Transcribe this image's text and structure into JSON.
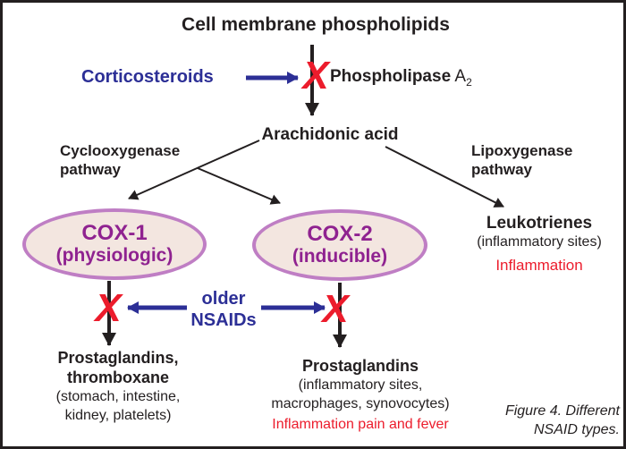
{
  "figure": {
    "title": "Cell membrane phospholipids",
    "caption_line1": "Figure 4. Different",
    "caption_line2": "NSAID types.",
    "colors": {
      "inhibitor_blue": "#2c2f96",
      "block_red": "#ec1c2c",
      "cox_purple": "#8f2290",
      "ellipse_fill": "#f3e6e0",
      "ellipse_border": "#bf7ec4",
      "text_black": "#231f20"
    }
  },
  "icons": {
    "block_x": "X"
  },
  "nodes": {
    "corticosteroids": "Corticosteroids",
    "phospholipase": "Phospholipase",
    "phospholipase_letter": "A",
    "phospholipase_subscript": "2",
    "arachidonic_acid": "Arachidonic acid",
    "cyclooxygenase_line1": "Cyclooxygenase",
    "cyclooxygenase_line2": "pathway",
    "lipoxygenase_line1": "Lipoxygenase",
    "lipoxygenase_line2": "pathway",
    "cox1_name": "COX-1",
    "cox1_sub": "(physiologic)",
    "cox2_name": "COX-2",
    "cox2_sub": "(inducible)",
    "leukotrienes_name": "Leukotrienes",
    "leukotrienes_sub": "(inflammatory sites)",
    "leukotrienes_effect": "Inflammation",
    "nsaids_line1": "older",
    "nsaids_line2": "NSAIDs",
    "pg1_line1": "Prostaglandins,",
    "pg1_line2": "thromboxane",
    "pg1_sub1": "(stomach, intestine,",
    "pg1_sub2": "kidney, platelets)",
    "pg2_line1": "Prostaglandins",
    "pg2_sub1": "(inflammatory sites,",
    "pg2_sub2": "macrophages, synovocytes)",
    "pg2_effect": "Inflammation pain and fever"
  }
}
